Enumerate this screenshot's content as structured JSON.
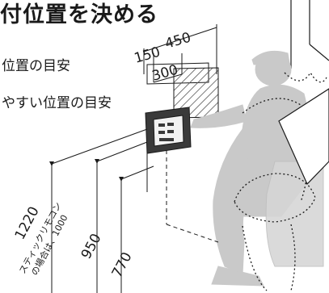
{
  "title": "付位置を決める",
  "legend": {
    "line1": "位置の目安",
    "line2": "やすい位置の目安"
  },
  "dimensions": {
    "w150": "150",
    "w450": "450",
    "w300": "300",
    "h1220": "1220",
    "h1220_note_line1": "スティックリモコン",
    "h1220_note_line2": "の場合は、1000",
    "h950": "950",
    "h770": "770"
  },
  "colors": {
    "figure_fill": "#c9c9c9",
    "hatch": "#555555",
    "remote_body": "#3a3a3a",
    "line": "#1a1a1a"
  }
}
